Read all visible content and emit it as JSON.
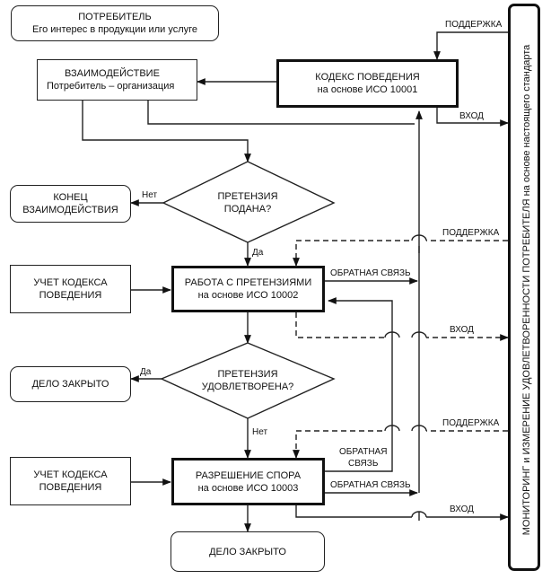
{
  "consumer": {
    "title": "ПОТРЕБИТЕЛЬ",
    "subtitle": "Его интерес в продукции или услуге"
  },
  "code_of_conduct": {
    "title": "КОДЕКС ПОВЕДЕНИЯ",
    "subtitle": "на основе ИСО 10001"
  },
  "interaction": {
    "title": "ВЗАИМОДЕЙСТВИЕ",
    "subtitle": "Потребитель – организация"
  },
  "end_interaction": {
    "line1": "КОНЕЦ",
    "line2": "ВЗАИМОДЕЙСТВИЯ"
  },
  "decision_filed": {
    "line1": "ПРЕТЕНЗИЯ",
    "line2": "ПОДАНА?"
  },
  "code_accounting_1": {
    "line1": "УЧЕТ КОДЕКСА",
    "line2": "ПОВЕДЕНИЯ"
  },
  "complaints_handling": {
    "title": "РАБОТА С ПРЕТЕНЗИЯМИ",
    "subtitle": "на основе ИСО 10002"
  },
  "case_closed_1": {
    "label": "ДЕЛО ЗАКРЫТО"
  },
  "decision_satisfied": {
    "line1": "ПРЕТЕНЗИЯ",
    "line2": "УДОВЛЕТВОРЕНА?"
  },
  "code_accounting_2": {
    "line1": "УЧЕТ КОДЕКСА",
    "line2": "ПОВЕДЕНИЯ"
  },
  "dispute_resolution": {
    "title": "РАЗРЕШЕНИЕ СПОРА",
    "subtitle": "на основе ИСО 10003"
  },
  "case_closed_2": {
    "label": "ДЕЛО ЗАКРЫТО"
  },
  "monitoring": {
    "label": "МОНИТОРИНГ и ИЗМЕРЕНИЕ УДОВЛЕТВОРЕННОСТИ ПОТРЕБИТЕЛЯ на основе настоящего стандарта"
  },
  "edge_labels": {
    "support_1": "ПОДДЕРЖКА",
    "input_1": "ВХОД",
    "no_1": "Нет",
    "yes_1": "Да",
    "support_2": "ПОДДЕРЖКА",
    "feedback_1": "ОБРАТНАЯ СВЯЗЬ",
    "input_2": "ВХОД",
    "yes_2": "Да",
    "no_2": "Нет",
    "support_3": "ПОДДЕРЖКА",
    "feedback_2_line1": "ОБРАТНАЯ",
    "feedback_2_line2": "СВЯЗЬ",
    "feedback_3": "ОБРАТНАЯ СВЯЗЬ",
    "input_3": "ВХОД"
  }
}
